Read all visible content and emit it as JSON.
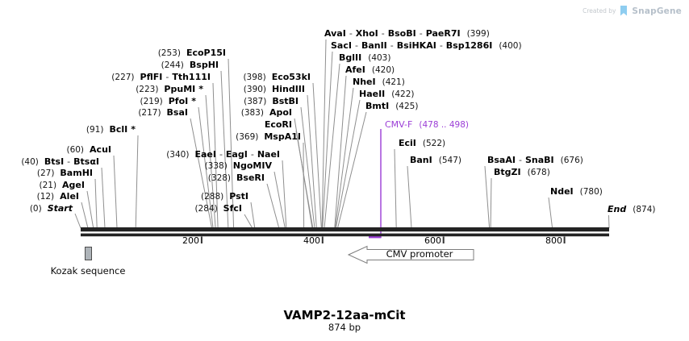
{
  "branding": {
    "created_by": "Created by",
    "brand": "SnapGene"
  },
  "map": {
    "title": "VAMP2-12aa-mCit",
    "length": "874 bp",
    "kozak_label": "Kozak sequence",
    "promoter_label": "CMV promoter",
    "sep": "-",
    "primer": {
      "name": "CMV-F",
      "range": "(478 .. 498)",
      "color": "#9b3dd6"
    },
    "ruler_ticks": [
      "200",
      "400",
      "600",
      "800"
    ],
    "colors": {
      "axis": "#232323",
      "connector": "#8f8f8f",
      "kozak_fill": "#aeb4b9"
    },
    "sites": {
      "start": {
        "num": "(0)",
        "name": "Start"
      },
      "aleI": {
        "num": "(12)",
        "name": "AleI"
      },
      "ageI": {
        "num": "(21)",
        "name": "AgeI"
      },
      "bamHI": {
        "num": "(27)",
        "name": "BamHI"
      },
      "btsI": {
        "num": "(40)",
        "names": [
          "BtsI",
          "BtsαI"
        ]
      },
      "acuI": {
        "num": "(60)",
        "name": "AcuI"
      },
      "bclI": {
        "num": "(91)",
        "name": "BclI",
        "star": "*"
      },
      "bsaI": {
        "num": "(217)",
        "name": "BsaI"
      },
      "pfoI": {
        "num": "(219)",
        "name": "PfoI",
        "star": "*"
      },
      "ppuMI": {
        "num": "(223)",
        "name": "PpuMI",
        "star": "*"
      },
      "pflFI": {
        "num": "(227)",
        "names": [
          "PflFI",
          "Tth111I"
        ]
      },
      "bspHI": {
        "num": "(244)",
        "name": "BspHI"
      },
      "ecoP15I": {
        "num": "(253)",
        "name": "EcoP15I"
      },
      "sfcI": {
        "num": "(284)",
        "name": "SfcI"
      },
      "pstI": {
        "num": "(288)",
        "name": "PstI"
      },
      "bseRI": {
        "num": "(328)",
        "name": "BseRI"
      },
      "ngoMIV": {
        "num": "(338)",
        "name": "NgoMIV"
      },
      "eaeI": {
        "num": "(340)",
        "names": [
          "EaeI",
          "EagI",
          "NaeI"
        ]
      },
      "mspA1I": {
        "num": "(369)",
        "name": "MspA1I"
      },
      "ecoRI": {
        "name": "EcoRI"
      },
      "apoI": {
        "num": "(383)",
        "name": "ApoI"
      },
      "bstBI": {
        "num": "(387)",
        "name": "BstBI"
      },
      "hindIII": {
        "num": "(390)",
        "name": "HindIII"
      },
      "eco53kI": {
        "num": "(398)",
        "name": "Eco53kI"
      },
      "avaI": {
        "names": [
          "AvaI",
          "XhoI",
          "BsoBI",
          "PaeR7I"
        ],
        "num": "(399)"
      },
      "sacI": {
        "names": [
          "SacI",
          "BanII",
          "BsiHKAI",
          "Bsp1286I"
        ],
        "num": "(400)"
      },
      "bglII": {
        "name": "BglII",
        "num": "(403)"
      },
      "afeI": {
        "name": "AfeI",
        "num": "(420)"
      },
      "nheI": {
        "name": "NheI",
        "num": "(421)"
      },
      "haeII": {
        "name": "HaeII",
        "num": "(422)"
      },
      "bmtI": {
        "name": "BmtI",
        "num": "(425)"
      },
      "eciI": {
        "name": "EciI",
        "num": "(522)"
      },
      "banI": {
        "name": "BanI",
        "num": "(547)"
      },
      "bsaAI": {
        "names": [
          "BsaAI",
          "SnaBI"
        ],
        "num": "(676)"
      },
      "btgZI": {
        "name": "BtgZI",
        "num": "(678)"
      },
      "ndeI": {
        "name": "NdeI",
        "num": "(780)"
      },
      "end": {
        "name": "End",
        "num": "(874)"
      }
    }
  }
}
